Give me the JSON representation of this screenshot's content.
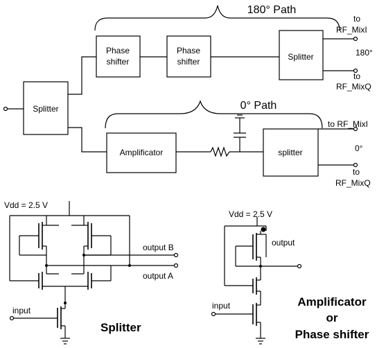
{
  "block_diagram": {
    "path_180_label": "180° Path",
    "path_0_label": "0° Path",
    "input_splitter": "Splitter",
    "phase_shifter_1": [
      "Phase",
      "shifter"
    ],
    "phase_shifter_2": [
      "Phase",
      "shifter"
    ],
    "splitter_180": "Splitter",
    "amplificator": "Amplificator",
    "splitter_0": "splitter",
    "out_180_top": [
      "to",
      "RF_MixI"
    ],
    "out_180_phase": "180°",
    "out_180_bottom": [
      "to",
      "RF_MixQ"
    ],
    "out_0_top": "to RF_MixI",
    "out_0_phase": "0°",
    "out_0_bottom": [
      "to",
      "RF_MixQ"
    ]
  },
  "splitter_schematic": {
    "vdd": "Vdd = 2.5 V",
    "output_b": "output B",
    "output_a": "output A",
    "input": "input",
    "title": "Splitter"
  },
  "amp_schematic": {
    "vdd": "Vdd = 2.5 V",
    "output": "output",
    "input": "input",
    "title_lines": [
      "Amplificator",
      "or",
      "Phase shifter"
    ]
  }
}
